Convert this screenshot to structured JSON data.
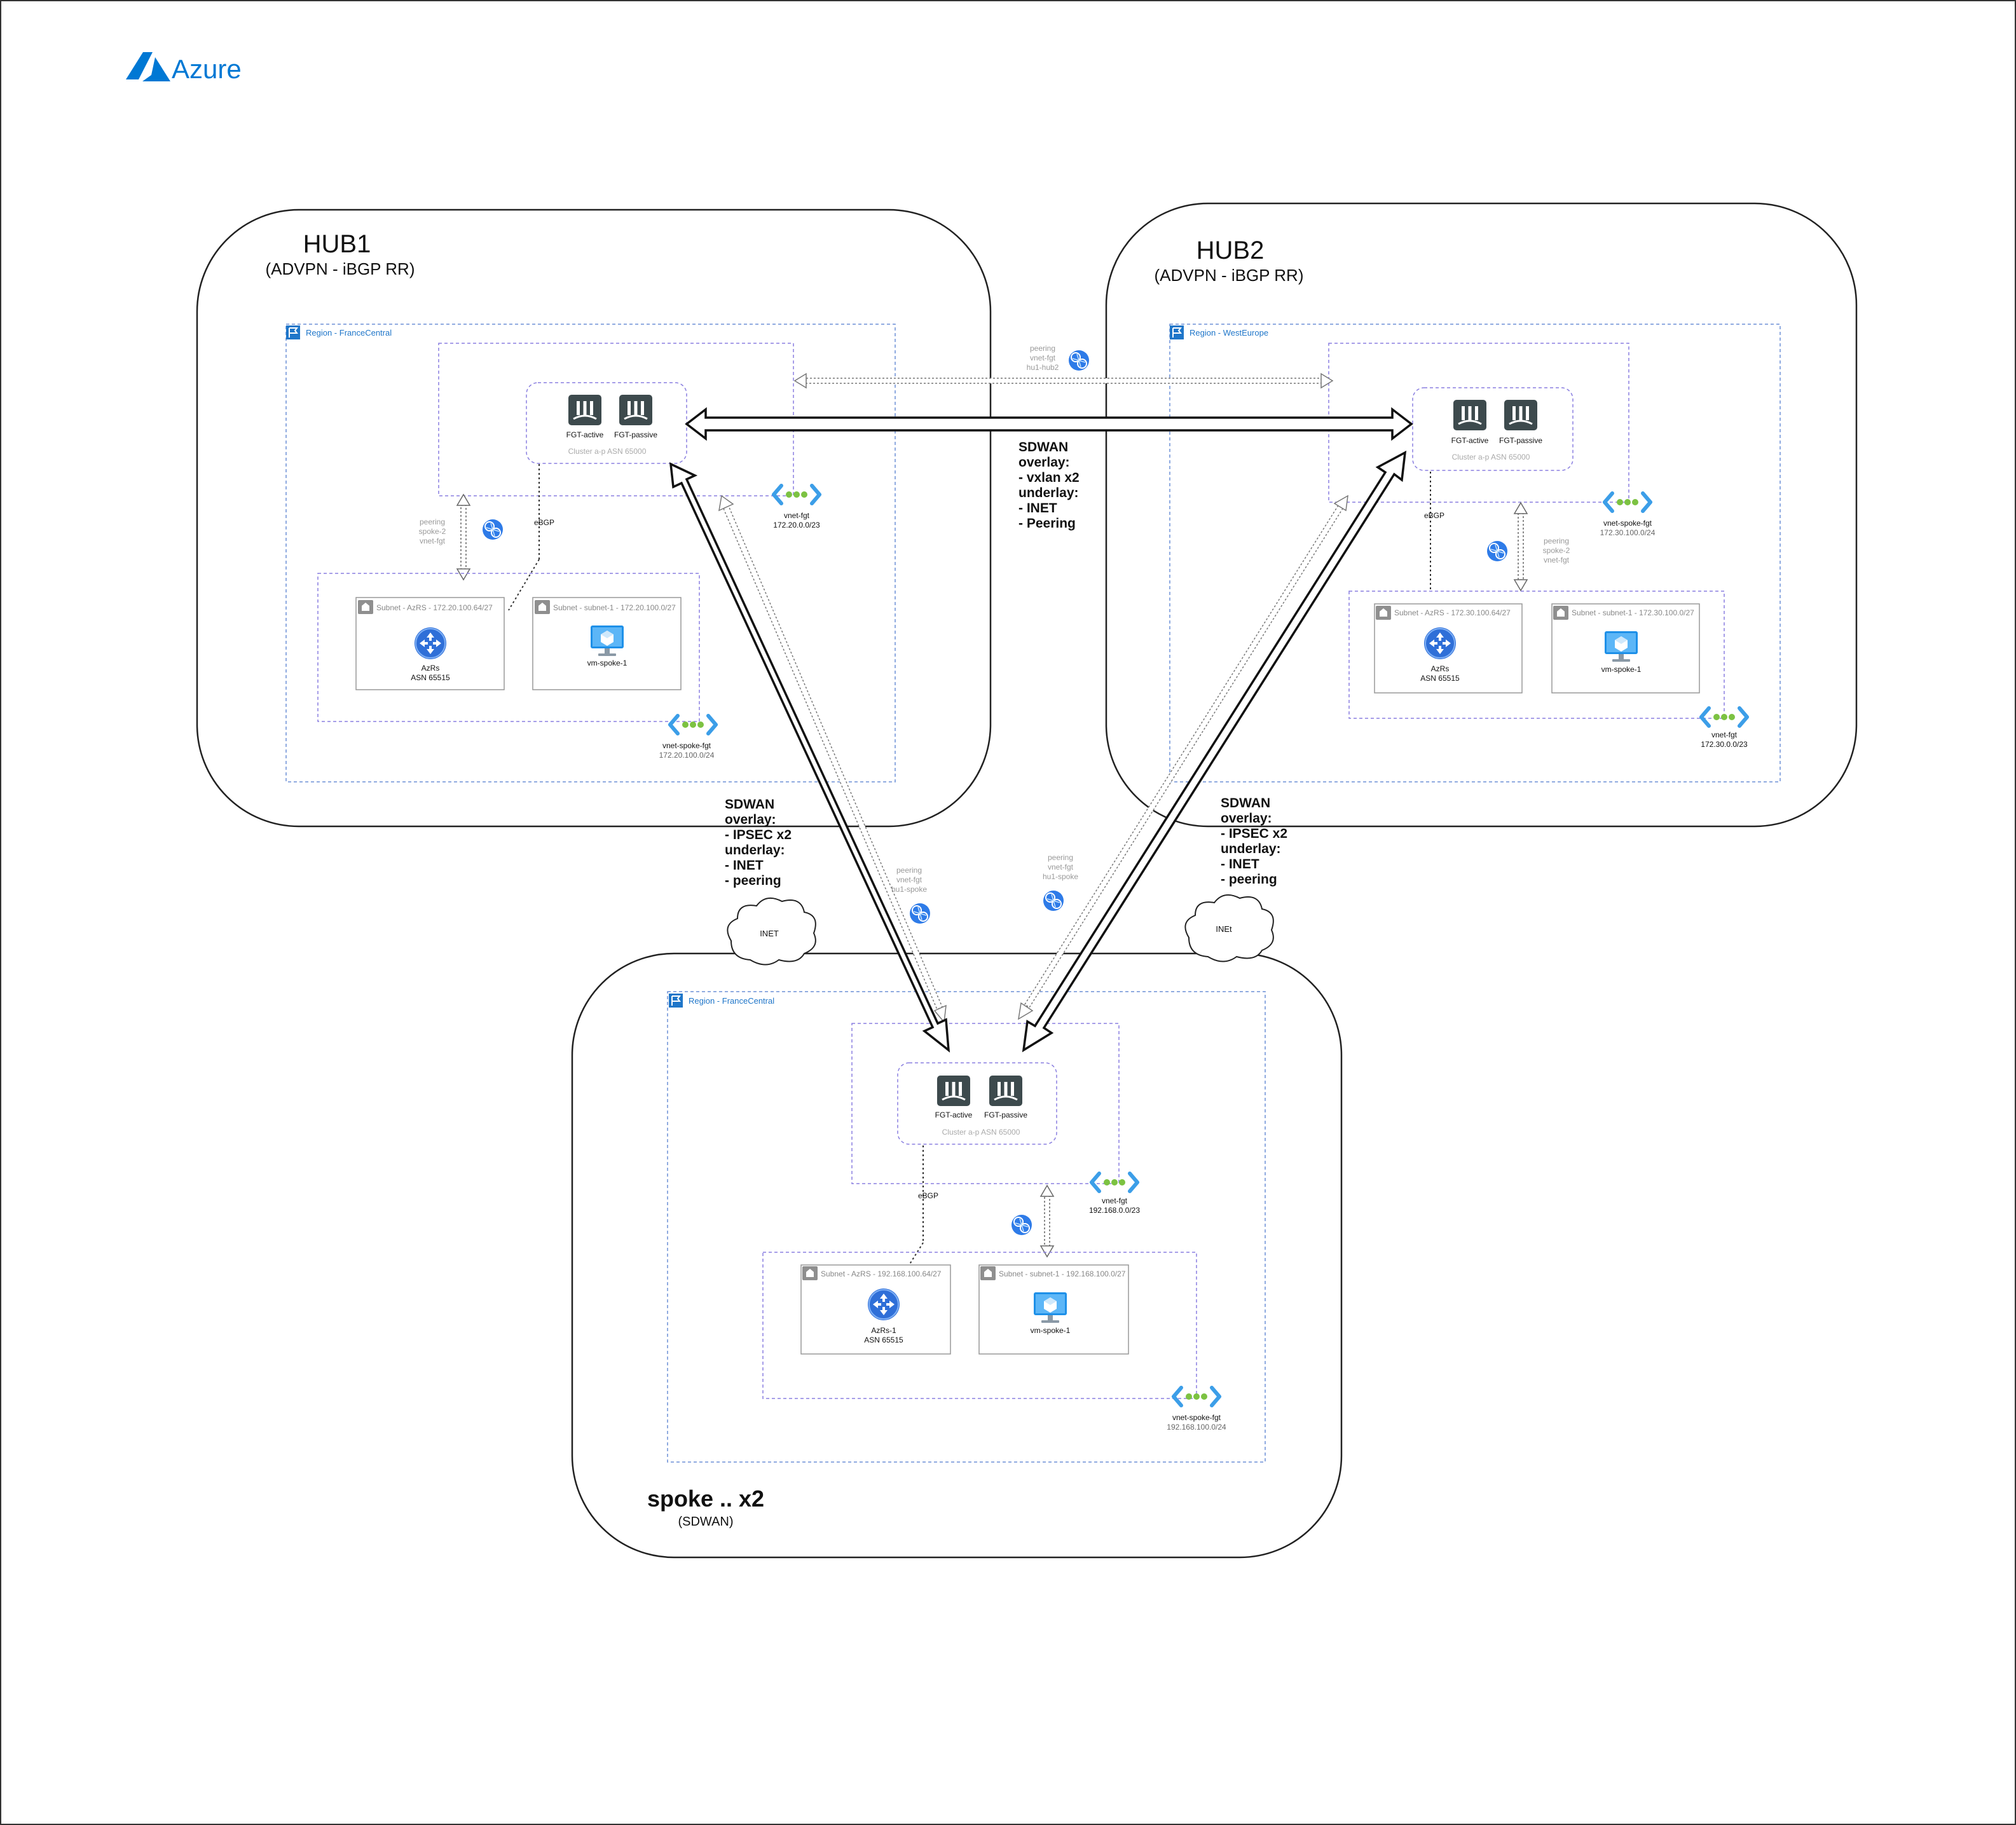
{
  "brand": {
    "name": "Azure",
    "color": "#0078d4"
  },
  "colors": {
    "region": "#6b8fd6",
    "vnet": "#8a7fe0",
    "fgt": "#3d4a4d",
    "router": "#2f6fd8",
    "vm": "#1e90e8",
    "peer": "#2e7be8"
  },
  "hub1": {
    "title": "HUB1",
    "subtitle": "(ADVPN - iBGP RR)",
    "region": "Region - FranceCentral",
    "fgt_active": "FGT-active",
    "fgt_passive": "FGT-passive",
    "cluster": "Cluster a-p ASN 65000",
    "vnet_fgt_name": "vnet-fgt",
    "vnet_fgt_cidr": "172.20.0.0/23",
    "peer_l1": "peering",
    "peer_l2": "spoke-2",
    "peer_l3": "vnet-fgt",
    "ebgp": "eBGP",
    "subnet_azrs": "Subnet - AzRS - 172.20.100.64/27",
    "azrs_name": "AzRs",
    "azrs_asn": "ASN 65515",
    "subnet_1": "Subnet - subnet-1 - 172.20.100.0/27",
    "vm": "vm-spoke-1",
    "vnet_spoke_name": "vnet-spoke-fgt",
    "vnet_spoke_cidr": "172.20.100.0/24"
  },
  "hub2": {
    "title": "HUB2",
    "subtitle": "(ADVPN - iBGP RR)",
    "region": "Region - WestEurope",
    "fgt_active": "FGT-active",
    "fgt_passive": "FGT-passive",
    "cluster": "Cluster a-p ASN 65000",
    "vnet_spoke_name": "vnet-spoke-fgt",
    "vnet_spoke_cidr": "172.30.100.0/24",
    "ebgp": "eBGP",
    "peer_l1": "peering",
    "peer_l2": "spoke-2",
    "peer_l3": "vnet-fgt",
    "subnet_azrs": "Subnet - AzRS - 172.30.100.64/27",
    "azrs_name": "AzRs",
    "azrs_asn": "ASN 65515",
    "subnet_1": "Subnet - subnet-1 - 172.30.100.0/27",
    "vm": "vm-spoke-1",
    "vnet_fgt_name": "vnet-fgt",
    "vnet_fgt_cidr": "172.30.0.0/23"
  },
  "spoke": {
    "title": "spoke .. x2",
    "subtitle": "(SDWAN)",
    "region": "Region - FranceCentral",
    "fgt_active": "FGT-active",
    "fgt_passive": "FGT-passive",
    "cluster": "Cluster a-p ASN 65000",
    "vnet_fgt_name": "vnet-fgt",
    "vnet_fgt_cidr": "192.168.0.0/23",
    "ebgp": "eBGP",
    "subnet_azrs": "Subnet - AzRS - 192.168.100.64/27",
    "azrs_name": "AzRs-1",
    "azrs_asn": "ASN 65515",
    "subnet_1": "Subnet - subnet-1 - 192.168.100.0/27",
    "vm": "vm-spoke-1",
    "vnet_spoke_name": "vnet-spoke-fgt",
    "vnet_spoke_cidr": "192.168.100.0/24"
  },
  "peering_hub1_hub2": {
    "l1": "peering",
    "l2": "vnet-fgt",
    "l3": "hu1-hub2"
  },
  "peering_hub1_spoke": {
    "l1": "peering",
    "l2": "vnet-fgt",
    "l3": "hu1-spoke"
  },
  "peering_hub2_spoke": {
    "l1": "peering",
    "l2": "vnet-fgt",
    "l3": "hu1-spoke"
  },
  "sdwan_hubs": {
    "l1": "SDWAN",
    "l2": "overlay:",
    "l3": "- vxlan x2",
    "l4": "underlay:",
    "l5": "- INET",
    "l6": "- Peering"
  },
  "sdwan_hub1_spoke": {
    "l1": "SDWAN",
    "l2": "overlay:",
    "l3": "- IPSEC x2",
    "l4": "underlay:",
    "l5": "- INET",
    "l6": "- peering"
  },
  "sdwan_hub2_spoke": {
    "l1": "SDWAN",
    "l2": "overlay:",
    "l3": "- IPSEC x2",
    "l4": "underlay:",
    "l5": "- INET",
    "l6": "- peering"
  },
  "inet_left": "INET",
  "inet_right": "INEt"
}
